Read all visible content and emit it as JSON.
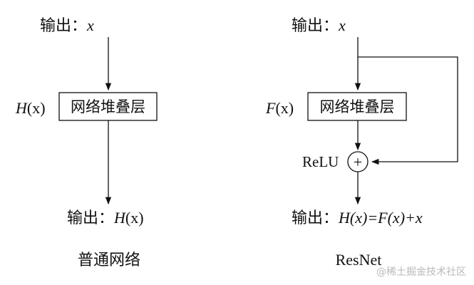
{
  "left": {
    "top_label": "输出：",
    "top_var": "x",
    "side_fn": "H",
    "side_arg": "(x)",
    "box_label": "网络堆叠层",
    "bottom_label": "输出：",
    "bottom_fn": "H",
    "bottom_arg": "(x)",
    "caption": "普通网络"
  },
  "right": {
    "top_label": "输出：",
    "top_var": "x",
    "side_fn": "F",
    "side_arg": "(x)",
    "box_label": "网络堆叠层",
    "relu_label": "ReLU",
    "plus_symbol": "+",
    "bottom_label": "输出：",
    "bottom_formula": "H(x)=F(x)+x",
    "caption": "ResNet"
  },
  "watermark": "@稀土掘金技术社区",
  "colors": {
    "stroke": "#111111",
    "watermark": "#b9b9b9"
  }
}
